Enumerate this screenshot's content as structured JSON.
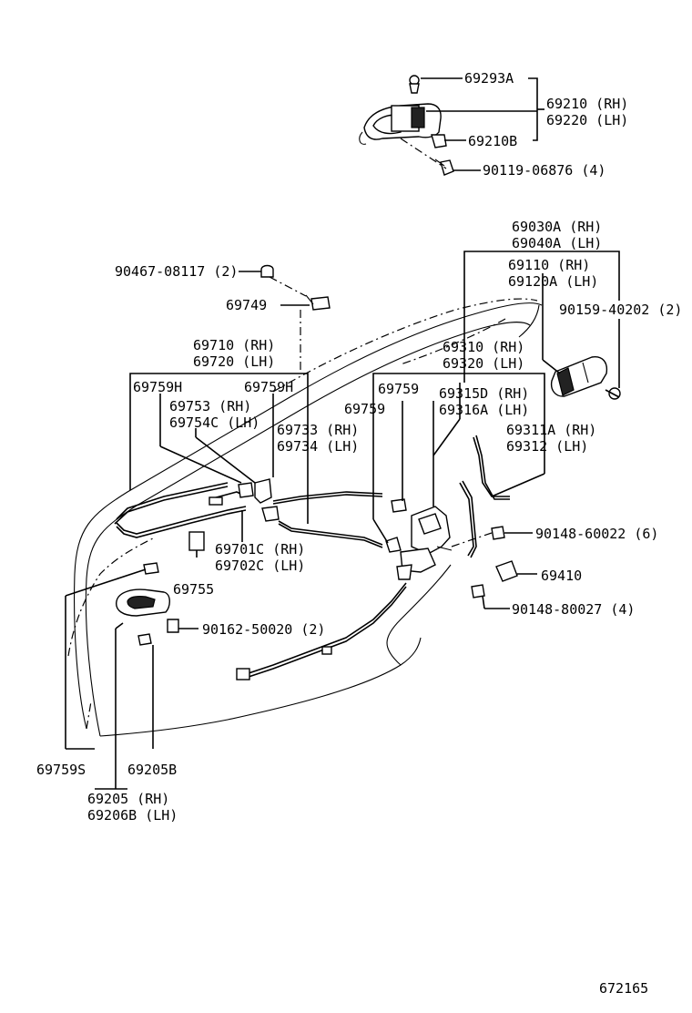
{
  "labels": {
    "p69293A": "69293A",
    "p69210": "69210 (RH)",
    "p69220": "69220 (LH)",
    "p69210B": "69210B",
    "p90119": "90119-06876 (4)",
    "p69030A": "69030A (RH)",
    "p69040A": "69040A (LH)",
    "p69110": "69110   (RH)",
    "p69120A": "69120A (LH)",
    "p90159": "90159-40202 (2)",
    "p90467": "90467-08117 (2)",
    "p69749": "69749",
    "p69710": "69710 (RH)",
    "p69720": "69720 (LH)",
    "p69310": "69310 (RH)",
    "p69320": "69320 (LH)",
    "p69759H_a": "69759H",
    "p69759H_b": "69759H",
    "p69759_a": "69759",
    "p69759_b": "69759",
    "p69753": "69753   (RH)",
    "p69754C": "69754C (LH)",
    "p69315D": "69315D (RH)",
    "p69316A": "69316A (LH)",
    "p69733": "69733 (RH)",
    "p69734": "69734 (LH)",
    "p69311A": "69311A (RH)",
    "p69312": "69312   (LH)",
    "p90148a": "90148-60022 (6)",
    "p69701C": "69701C (RH)",
    "p69702C": "69702C (LH)",
    "p69755": "69755",
    "p69410": "69410",
    "p90148b": "90148-80027 (4)",
    "p90162": "90162-50020 (2)",
    "p69759S": "69759S",
    "p69205B": "69205B",
    "p69205": "69205   (RH)",
    "p69206B": "69206B (LH)",
    "figure_number": "672165"
  }
}
